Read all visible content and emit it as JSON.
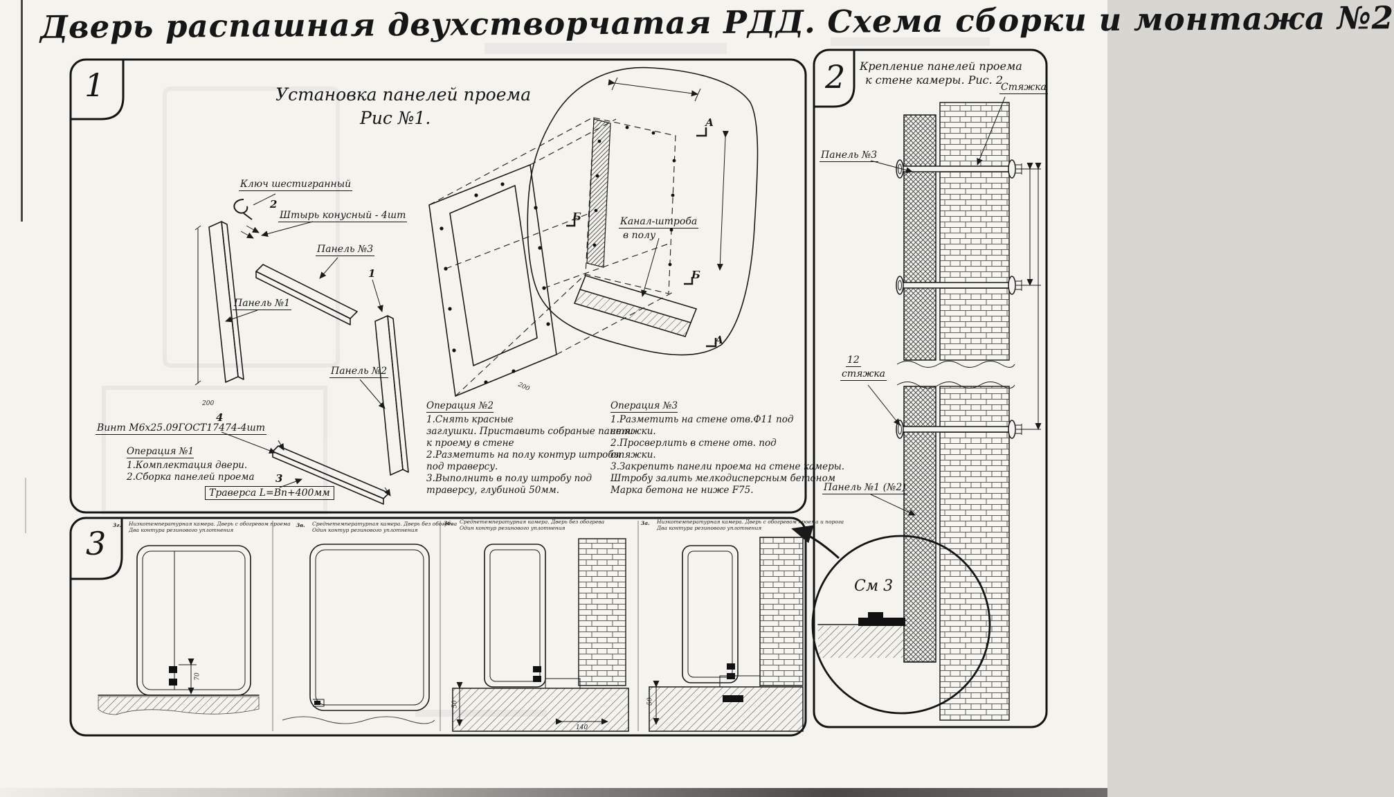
{
  "doc": {
    "title": "Дверь распашная двухстворчатая РДД.  Схема сборки и монтажа №2"
  },
  "fig1": {
    "badge": "1",
    "heading1": "Установка панелей проема",
    "heading2": "Рис №1.",
    "labels": {
      "hex_key": "Ключ шестигранный",
      "pin_num": "2",
      "pin": "Штырь конусный - 4шт",
      "panel3": "Панель №3",
      "panel1": "Панель №1",
      "panel2": "Панель №2",
      "callout1": "1",
      "screw_num": "4",
      "screw": "Винт М6х25.09ГОСТ17474-4шт",
      "traverse_num": "3",
      "traverse": "Траверса  L=Bп+400мм",
      "channel_line1": "Канал-штроба",
      "channel_line2": "в полу",
      "marker_a": "А",
      "marker_b": "Б"
    },
    "dims": {
      "d200": "200"
    },
    "op1": {
      "title": "Операция №1",
      "line1": "1.Комплектация двери.",
      "line2": "2.Сборка панелей проема"
    },
    "op2": {
      "title": "Операция №2",
      "lines": [
        "1.Снять красные",
        "заглушки. Приставить собраные панели",
        "к проему в стене",
        "2.Разметить на полу контур штробы",
        "под траверсу.",
        "3.Выполнить в полу штробу под",
        "траверсу, глубиной 50мм."
      ]
    },
    "op3": {
      "title": "Операция №3",
      "lines": [
        "1.Разметить на стене отв.Ф11 под",
        "стяжки.",
        "2.Просверлить в стене отв.  под",
        "стяжки.",
        "3.Закрепить панели проема на стене камеры.",
        "Штробу залить мелкодисперсным бетоном",
        "Марка бетона не ниже   F75."
      ]
    }
  },
  "fig2": {
    "badge": "2",
    "heading1": "Крепление панелей проема",
    "heading2": "к стене камеры. Рис. 2",
    "labels": {
      "tie": "Стяжка",
      "panel3": "Панель №3",
      "pos12": "12",
      "tie2": "стяжка",
      "panel1": "Панель №1 (№2)",
      "see3": "См 3"
    }
  },
  "fig3": {
    "badge": "3",
    "sections": [
      {
        "id": "3г.",
        "cap1": "Низкотемпературная камера. Дверь с обогревом проема",
        "cap2": "Два контура резинового уплотнения"
      },
      {
        "id": "3в.",
        "cap1": "Среднетемпературная камера. Дверь без обогрева",
        "cap2": "Один контур резинового уплотнения"
      },
      {
        "id": "3б.",
        "cap1": "Среднетемпературная камера. Дверь без обогрева",
        "cap2": "Один контур резинового уплотнения"
      },
      {
        "id": "3а.",
        "cap1": "Низкотемпературная камера. Дверь с обогревом проема и порога",
        "cap2": "Два контура резинового уплотнения"
      }
    ],
    "dims": {
      "d70": "70",
      "d50": "50",
      "d140": "140"
    }
  }
}
